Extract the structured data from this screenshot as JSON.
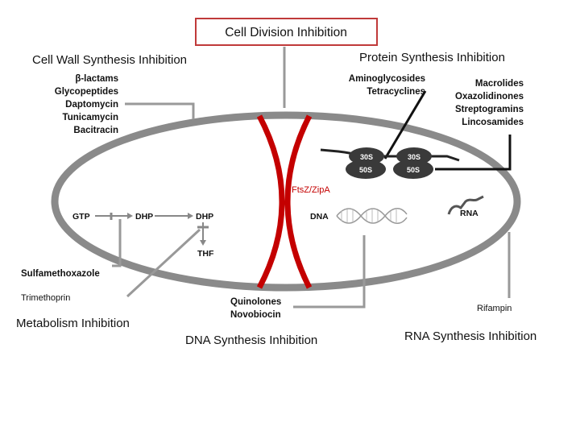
{
  "title": "Cell Division Inhibition",
  "colors": {
    "membrane": "#8a8a8a",
    "division": "#c40000",
    "line": "#999999",
    "title_border": "#c03a3a",
    "ribosome": "#3a3a3a"
  },
  "sections": {
    "cell_wall": {
      "header": "Cell Wall Synthesis Inhibition",
      "drugs": [
        "β-lactams",
        "Glycopeptides",
        "Daptomycin",
        "Tunicamycin",
        "Bacitracin"
      ]
    },
    "protein": {
      "header": "Protein Synthesis Inhibition",
      "left_drugs": [
        "Aminoglycosides",
        "Tetracyclines"
      ],
      "right_drugs": [
        "Macrolides",
        "Oxazolidinones",
        "Streptogramins",
        "Lincosamides"
      ]
    },
    "metabolism": {
      "header": "Metabolism Inhibition",
      "drugs": [
        "Sulfamethoxazole",
        "Trimethoprin"
      ]
    },
    "dna": {
      "header": "DNA Synthesis Inhibition",
      "drugs": [
        "Quinolones",
        "Novobiocin"
      ]
    },
    "rna": {
      "header": "RNA Synthesis Inhibition",
      "drugs": [
        "Rifampin"
      ]
    }
  },
  "labels": {
    "division_protein": "FtsZ/ZipA",
    "dna": "DNA",
    "rna": "RNA",
    "gtp": "GTP",
    "dhp1": "DHP",
    "dhp2": "DHP",
    "thf": "THF",
    "ribosome_30s_a": "30S",
    "ribosome_50s_a": "50S",
    "ribosome_30s_b": "30S",
    "ribosome_50s_b": "50S"
  }
}
